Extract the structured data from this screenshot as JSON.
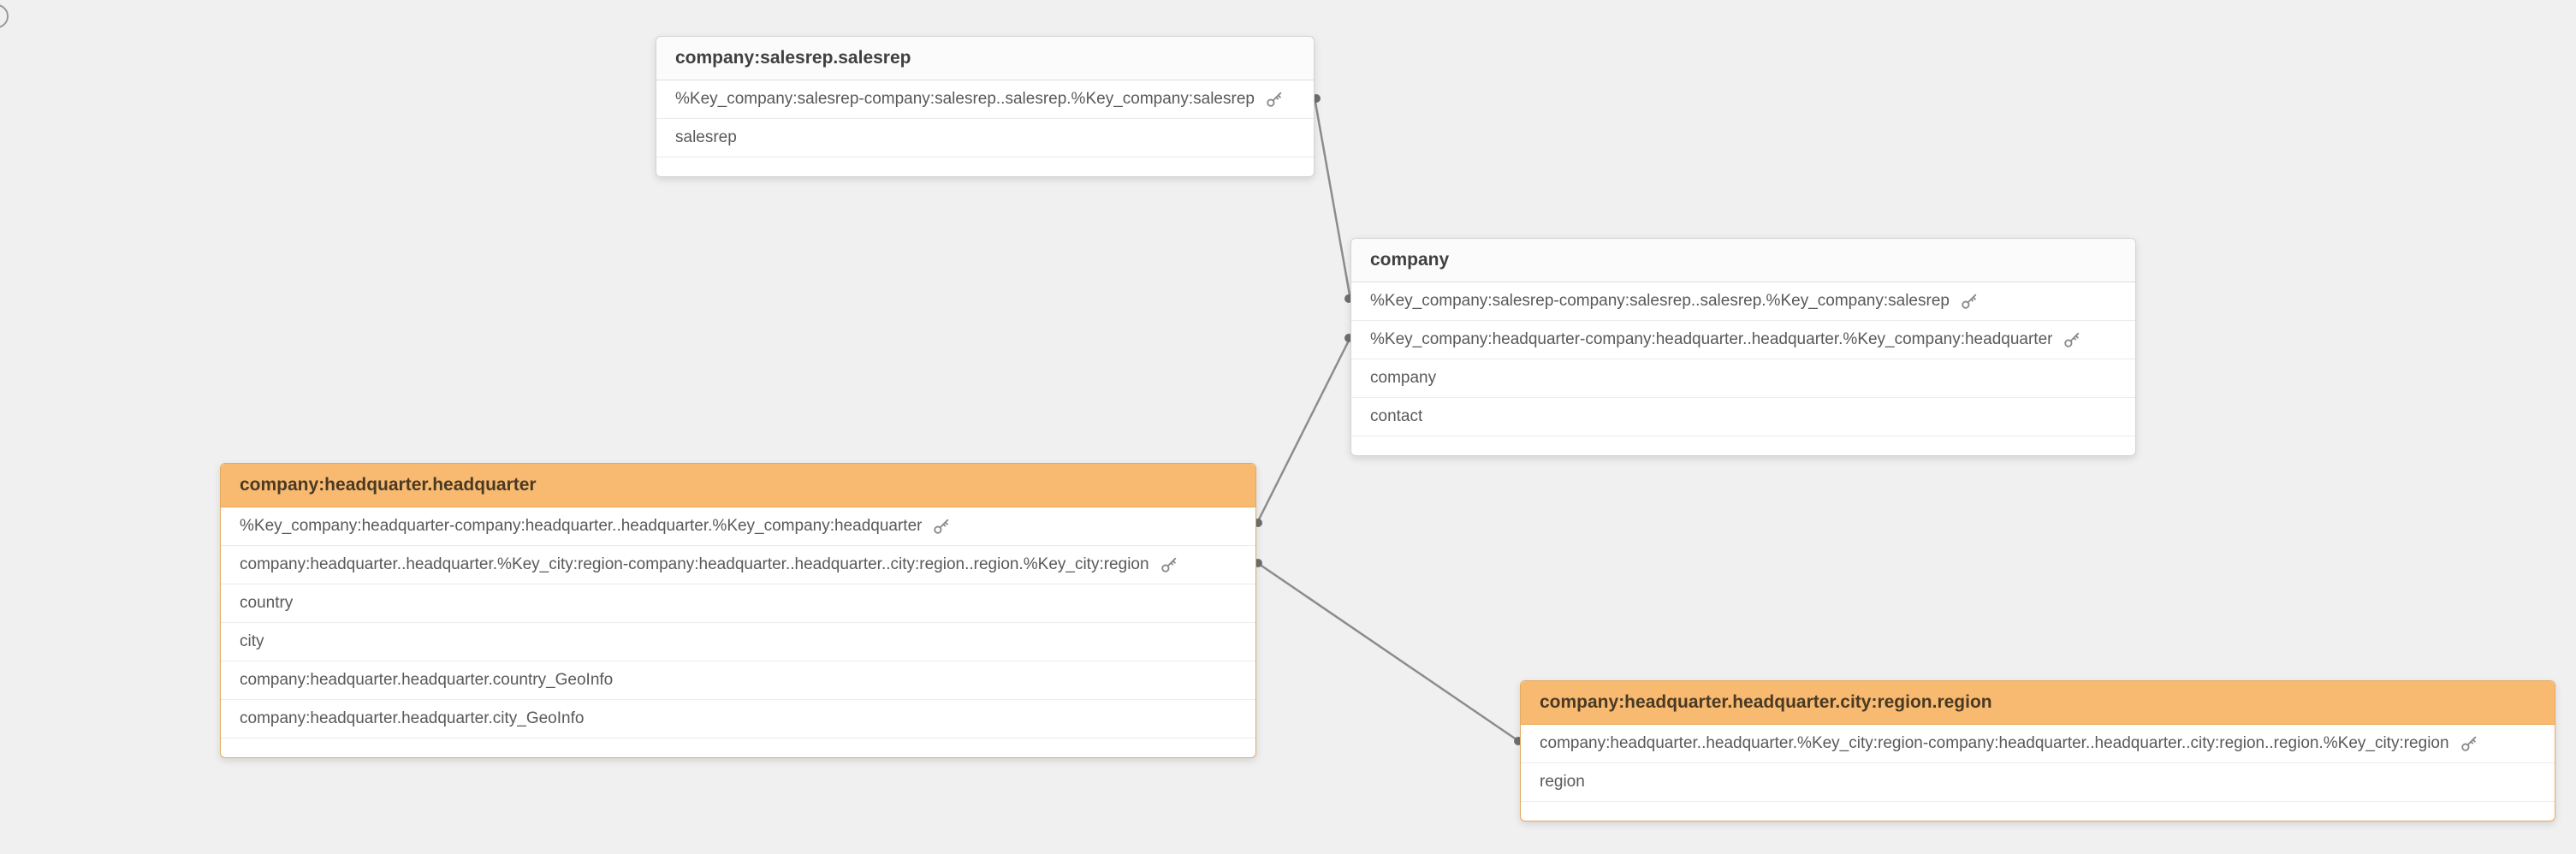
{
  "canvas": {
    "background": "#f0f0f0"
  },
  "colors": {
    "table_border": "#d4d4d4",
    "header_default_bg": "#fbfbfb",
    "header_highlight_bg": "#f8ba70",
    "row_divider": "#ebebeb",
    "connector": "#8c8c8c",
    "header_text": "#404040",
    "field_text": "#595959"
  },
  "icons": {
    "key_field": "key-icon"
  },
  "tables": [
    {
      "title": "company:salesrep.salesrep",
      "highlighted": false,
      "fields": [
        {
          "name": "%Key_company:salesrep-company:salesrep..salesrep.%Key_company:salesrep",
          "is_key": true
        },
        {
          "name": "salesrep",
          "is_key": false
        }
      ]
    },
    {
      "title": "company",
      "highlighted": false,
      "fields": [
        {
          "name": "%Key_company:salesrep-company:salesrep..salesrep.%Key_company:salesrep",
          "is_key": true
        },
        {
          "name": "%Key_company:headquarter-company:headquarter..headquarter.%Key_company:headquarter",
          "is_key": true
        },
        {
          "name": "company",
          "is_key": false
        },
        {
          "name": "contact",
          "is_key": false
        }
      ]
    },
    {
      "title": "company:headquarter.headquarter",
      "highlighted": true,
      "fields": [
        {
          "name": "%Key_company:headquarter-company:headquarter..headquarter.%Key_company:headquarter",
          "is_key": true
        },
        {
          "name": "company:headquarter..headquarter.%Key_city:region-company:headquarter..headquarter..city:region..region.%Key_city:region",
          "is_key": true
        },
        {
          "name": "country",
          "is_key": false
        },
        {
          "name": "city",
          "is_key": false
        },
        {
          "name": "company:headquarter.headquarter.country_GeoInfo",
          "is_key": false
        },
        {
          "name": "company:headquarter.headquarter.city_GeoInfo",
          "is_key": false
        }
      ]
    },
    {
      "title": "company:headquarter.headquarter.city:region.region",
      "highlighted": true,
      "fields": [
        {
          "name": "company:headquarter..headquarter.%Key_city:region-company:headquarter..headquarter..city:region..region.%Key_city:region",
          "is_key": true
        },
        {
          "name": "region",
          "is_key": false
        }
      ]
    }
  ],
  "connections": [
    {
      "from": {
        "table": 0,
        "field": 0
      },
      "to": {
        "table": 1,
        "field": 0
      }
    },
    {
      "from": {
        "table": 2,
        "field": 0
      },
      "to": {
        "table": 1,
        "field": 1
      }
    },
    {
      "from": {
        "table": 2,
        "field": 1
      },
      "to": {
        "table": 3,
        "field": 0
      }
    }
  ]
}
